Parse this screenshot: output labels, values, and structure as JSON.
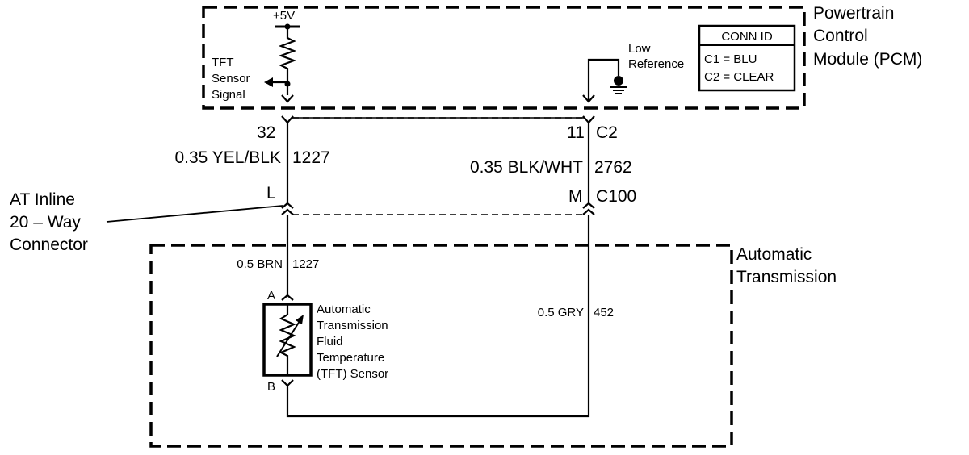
{
  "pcm": {
    "title_lines": [
      "Powertrain",
      "Control",
      "Module (PCM)"
    ],
    "supply_label": "+5V",
    "tft_signal_lines": [
      "TFT",
      "Sensor",
      "Signal"
    ],
    "low_reference_lines": [
      "Low",
      "Reference"
    ],
    "conn_id": {
      "header": "CONN ID",
      "rows": [
        "C1 = BLU",
        "C2 = CLEAR"
      ]
    }
  },
  "wires": {
    "left_pin": "32",
    "left_gauge_color": "0.35 YEL/BLK",
    "left_circuit": "1227",
    "right_pin": "11",
    "right_connector": "C2",
    "right_gauge_color": "0.35 BLK/WHT",
    "right_circuit": "2762",
    "inline_left_pin": "L",
    "inline_right_pin": "M",
    "inline_connector": "C100",
    "trans_left_wire": "0.5 BRN",
    "trans_left_circuit": "1227",
    "trans_right_wire": "0.5 GRY",
    "trans_right_circuit": "452"
  },
  "inline_connector": {
    "label_lines": [
      "AT Inline",
      "20 – Way",
      "Connector"
    ]
  },
  "transmission": {
    "title_lines": [
      "Automatic",
      "Transmission"
    ],
    "sensor_pin_a": "A",
    "sensor_pin_b": "B",
    "sensor_label_lines": [
      "Automatic",
      "Transmission",
      "Fluid",
      "Temperature",
      "(TFT) Sensor"
    ]
  }
}
